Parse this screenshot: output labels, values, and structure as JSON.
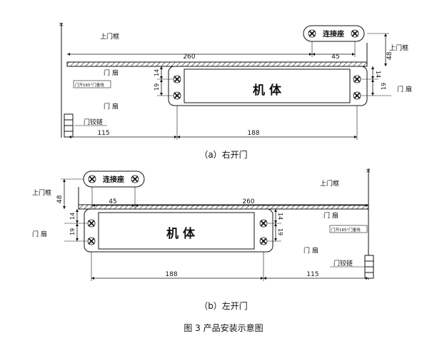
{
  "figure": {
    "caption": "图 3    产品安装示意图",
    "a": {
      "caption": "（a）右开门",
      "labels": {
        "door_frame_left": "上门框",
        "door_frame_right": "上门框",
        "connector": "连接座",
        "body": "机    体",
        "door_leaf_1": "门 扇",
        "door_leaf_2": "门 扇",
        "door_leaf_right": "门 扇",
        "hinge": "门铰链",
        "swing_note": "门开165°门垂线"
      },
      "dims": {
        "d260": "260",
        "d45": "45",
        "d48": "48",
        "d14l": "14",
        "d19l": "19",
        "d14r": "14",
        "d19r": "19",
        "d115": "115",
        "d188": "188"
      }
    },
    "b": {
      "caption": "（b）左开门",
      "labels": {
        "door_frame_left": "上门框",
        "door_frame_right": "上门框",
        "connector": "连接座",
        "body": "机    体",
        "door_leaf_left": "门 扇",
        "door_leaf_1": "门 扇",
        "door_leaf_2": "门 扇",
        "hinge": "门铰链",
        "swing_note": "门开165°门垂线"
      },
      "dims": {
        "d45": "45",
        "d260": "260",
        "d48": "48",
        "d14l": "14",
        "d19l": "19",
        "d14r": "14",
        "d19r": "19",
        "d188": "188",
        "d115": "115"
      }
    }
  }
}
